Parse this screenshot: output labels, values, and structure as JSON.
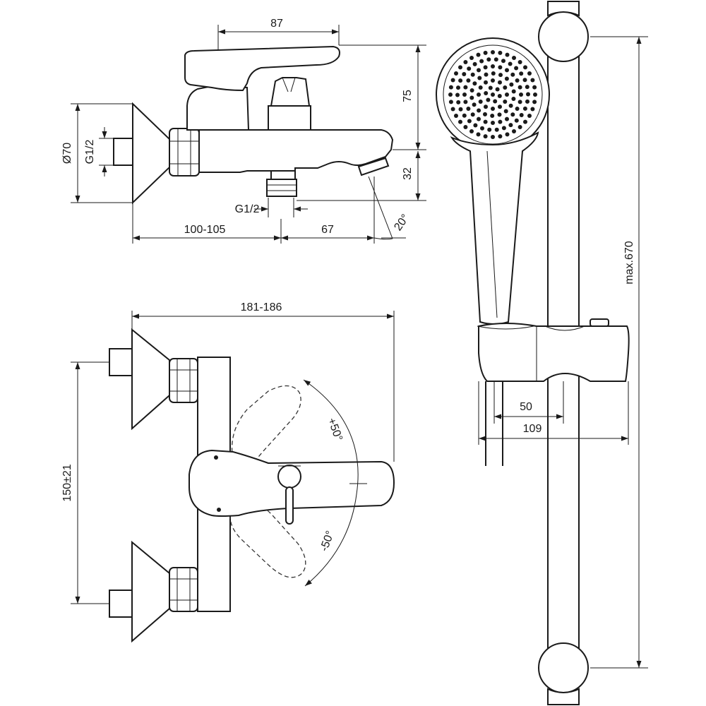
{
  "dimensions": {
    "top_spout_reach": "87",
    "top_height": "75",
    "top_outlet_height": "32",
    "top_flange_dia": "Ø70",
    "top_inlet_thread": "G1/2",
    "top_bottom_thread": "G1/2",
    "top_wall_distance": "100-105",
    "top_outlet_distance": "67",
    "top_outlet_angle": "20°",
    "front_width": "181-186",
    "front_centers": "150±21",
    "front_rotation_plus": "+50°",
    "front_rotation_minus": "-50°",
    "rail_max_length": "max.670",
    "rail_slider_offset": "50",
    "rail_slider_depth": "109"
  }
}
